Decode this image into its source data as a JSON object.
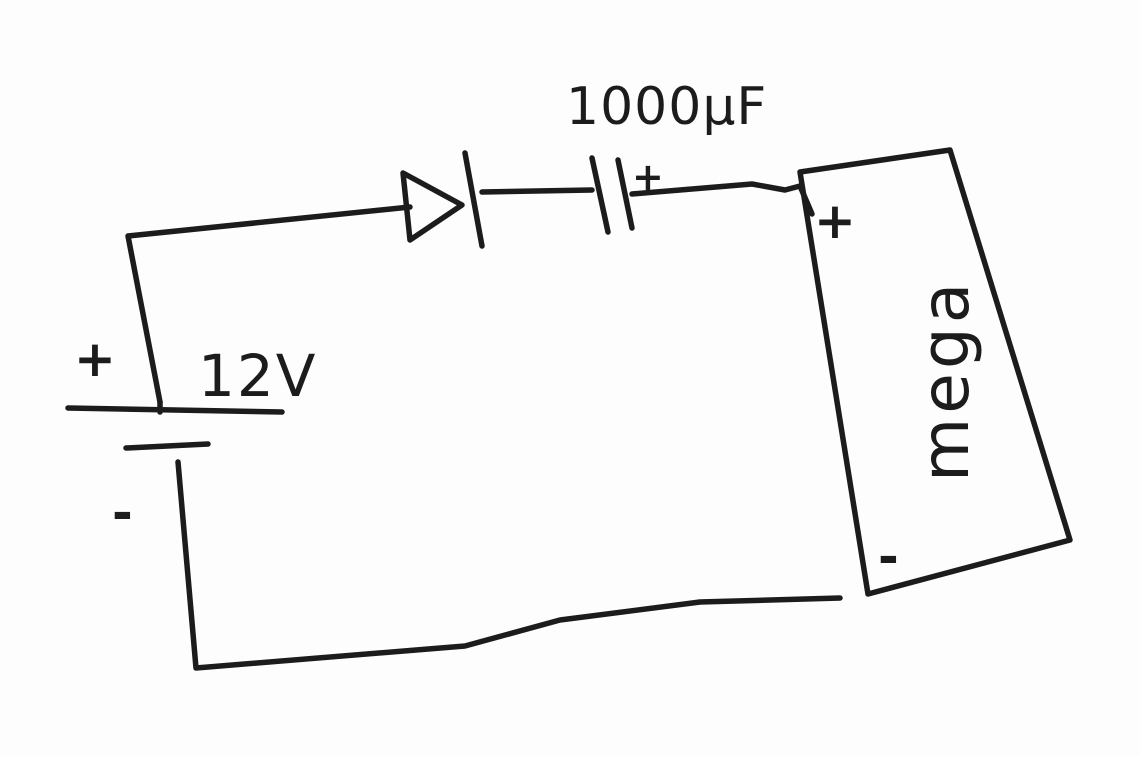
{
  "diagram": {
    "battery": {
      "voltage_label": "12V",
      "positive_sign": "+",
      "negative_sign": "-"
    },
    "capacitor": {
      "value_label": "1000µF",
      "polarity_sign": "+"
    },
    "mega_board": {
      "label": "mega",
      "positive_sign": "+",
      "negative_sign": "-"
    }
  }
}
